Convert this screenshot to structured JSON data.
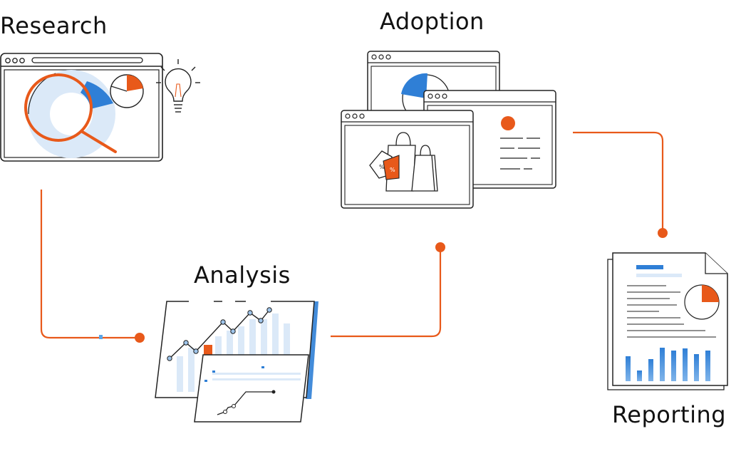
{
  "steps": [
    {
      "label": "Research"
    },
    {
      "label": "Analysis"
    },
    {
      "label": "Adoption"
    },
    {
      "label": "Reporting"
    }
  ],
  "icons": {
    "research": [
      "browser-window-icon",
      "magnifier-icon",
      "donut-chart-icon",
      "pie-chart-icon",
      "lightbulb-icon"
    ],
    "analysis": [
      "line-chart-icon",
      "bar-chart-icon",
      "step-chart-icon"
    ],
    "adoption": [
      "browser-window-icon",
      "pie-chart-icon",
      "shopping-bags-icon",
      "price-tag-icon"
    ],
    "reporting": [
      "document-icon",
      "pie-chart-icon",
      "bar-chart-icon"
    ]
  },
  "colors": {
    "accent": "#e8591a",
    "blue": "#2f7fd6",
    "light_blue": "#dbe9f8",
    "ink": "#111111"
  }
}
